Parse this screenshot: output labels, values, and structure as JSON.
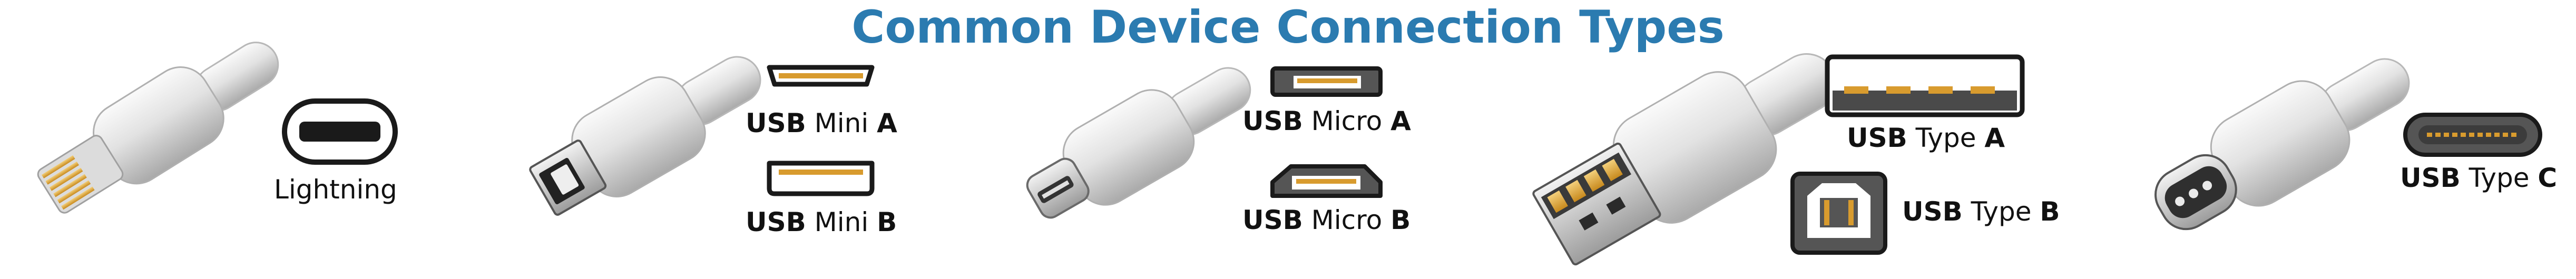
{
  "title": "Common Device Connection Types",
  "connectors": {
    "lightning": {
      "label": "Lightning"
    },
    "usb_mini_a": {
      "bold": "USB",
      "name": "Mini",
      "variant": "A"
    },
    "usb_mini_b": {
      "bold": "USB",
      "name": "Mini",
      "variant": "B"
    },
    "usb_micro_a": {
      "bold": "USB",
      "name": "Micro",
      "variant": "A"
    },
    "usb_micro_b": {
      "bold": "USB",
      "name": "Micro",
      "variant": "B"
    },
    "usb_type_a": {
      "bold": "USB",
      "name": "Type",
      "variant": "A"
    },
    "usb_type_b": {
      "bold": "USB",
      "name": "Type",
      "variant": "B"
    },
    "usb_type_c": {
      "bold": "USB",
      "name": "Type",
      "variant": "C"
    }
  },
  "colors": {
    "title": "#2b7bb0",
    "pin_gold": "#d89b2e",
    "outline": "#1a1a1a",
    "plug_gray": "#d9d9d9"
  }
}
